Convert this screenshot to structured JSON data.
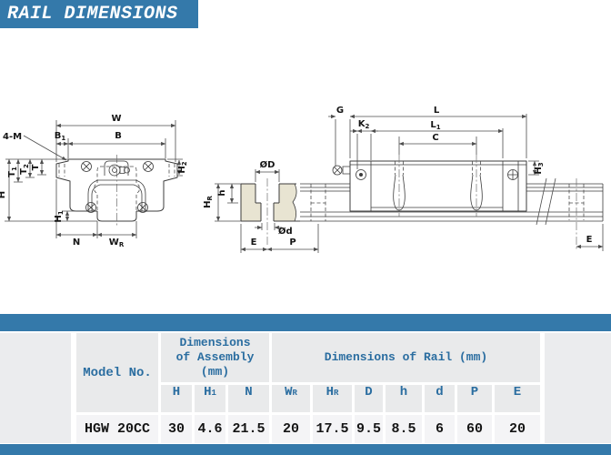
{
  "page_title": "RAIL DIMENSIONS",
  "colors": {
    "accent_blue": "#3479aa",
    "section_beige": "#e8e4d2",
    "table_text_blue": "#2a6da0"
  },
  "front_view": {
    "four_m": "4-M",
    "W": "W",
    "B1": {
      "base": "B",
      "sub": "1"
    },
    "B": "B",
    "T": "T",
    "T2": {
      "base": "T",
      "sub": "2"
    },
    "T1": {
      "base": "T",
      "sub": "1"
    },
    "H": "H",
    "H1": {
      "base": "H",
      "sub": "1"
    },
    "H2": {
      "base": "H",
      "sub": "2"
    },
    "N": "N",
    "WR": {
      "base": "W",
      "sub": "R"
    }
  },
  "rail_section": {
    "OD": "ØD",
    "Od": "Ød",
    "h": "h",
    "HR": {
      "base": "H",
      "sub": "R"
    },
    "E": "E",
    "P": "P"
  },
  "side_view": {
    "G": "G",
    "K2": {
      "base": "K",
      "sub": "2"
    },
    "L": "L",
    "L1": {
      "base": "L",
      "sub": "1"
    },
    "C": "C",
    "H3": {
      "base": "H",
      "sub": "3"
    },
    "E": "E"
  },
  "table": {
    "model_no_label": "Model No.",
    "assembly_group_lines": [
      "Dimensions",
      "of Assembly",
      "(mm)"
    ],
    "rail_group_label": "Dimensions of Rail (mm)",
    "columns": [
      {
        "base": "H",
        "sub": ""
      },
      {
        "base": "H",
        "sub": "1"
      },
      {
        "base": "N",
        "sub": ""
      },
      {
        "base": "W",
        "sub": "R"
      },
      {
        "base": "H",
        "sub": "R"
      },
      {
        "base": "D",
        "sub": ""
      },
      {
        "base": "h",
        "sub": ""
      },
      {
        "base": "d",
        "sub": ""
      },
      {
        "base": "P",
        "sub": ""
      },
      {
        "base": "E",
        "sub": ""
      }
    ],
    "rows": [
      {
        "model": "HGW 20CC",
        "values": [
          "30",
          "4.6",
          "21.5",
          "20",
          "17.5",
          "9.5",
          "8.5",
          "6",
          "60",
          "20"
        ]
      }
    ]
  }
}
